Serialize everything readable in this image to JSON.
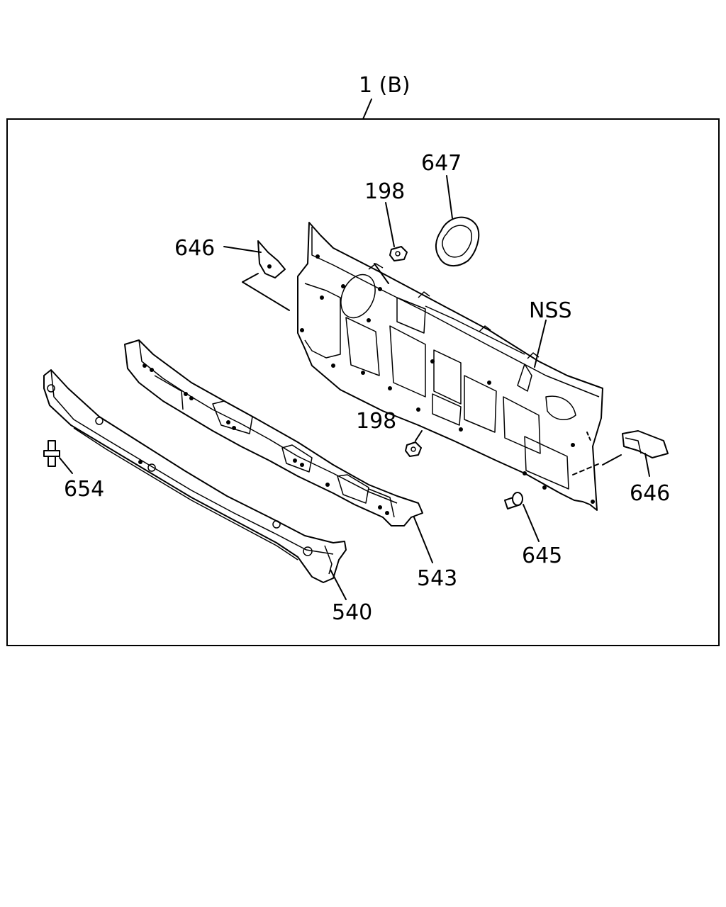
{
  "assembly_label": "1 (B)",
  "callouts": {
    "c647": "647",
    "c198_top": "198",
    "c646_left": "646",
    "c_nss": "NSS",
    "c198_mid": "198",
    "c654": "654",
    "c646_right": "646",
    "c645": "645",
    "c543": "543",
    "c540": "540"
  }
}
